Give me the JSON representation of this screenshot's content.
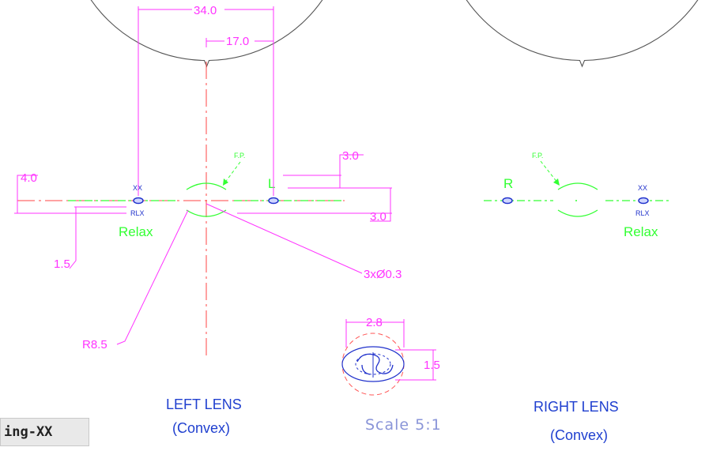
{
  "dimensions": {
    "d34": "34.0",
    "d17": "17.0",
    "d3_top": "3.0",
    "d3_right": "3.0",
    "d4": "4.0",
    "d15": "1.5",
    "holes": "3xØ0.3",
    "radius": "R8.5",
    "w28": "2.8",
    "h15": "1.5"
  },
  "left_lens": {
    "title": "LEFT LENS",
    "subtitle": "(Convex)",
    "side_mark": "L",
    "fp_label": "F.P.",
    "xx_label": "XX",
    "rlx_label": "RLX",
    "relax_label": "Relax"
  },
  "right_lens": {
    "title": "RIGHT LENS",
    "subtitle": "(Convex)",
    "side_mark": "R",
    "fp_label": "F.P.",
    "xx_label": "XX",
    "rlx_label": "RLX",
    "relax_label": "Relax"
  },
  "scale_label": "Scale 5:1",
  "corner_badge": "ing-XX",
  "colors": {
    "outline": "#555555",
    "dimension": "#ff33ff",
    "centerline": "#ff4444",
    "marking": "#33ff33",
    "engraving": "#2233cc",
    "title": "#1f3fcf"
  }
}
